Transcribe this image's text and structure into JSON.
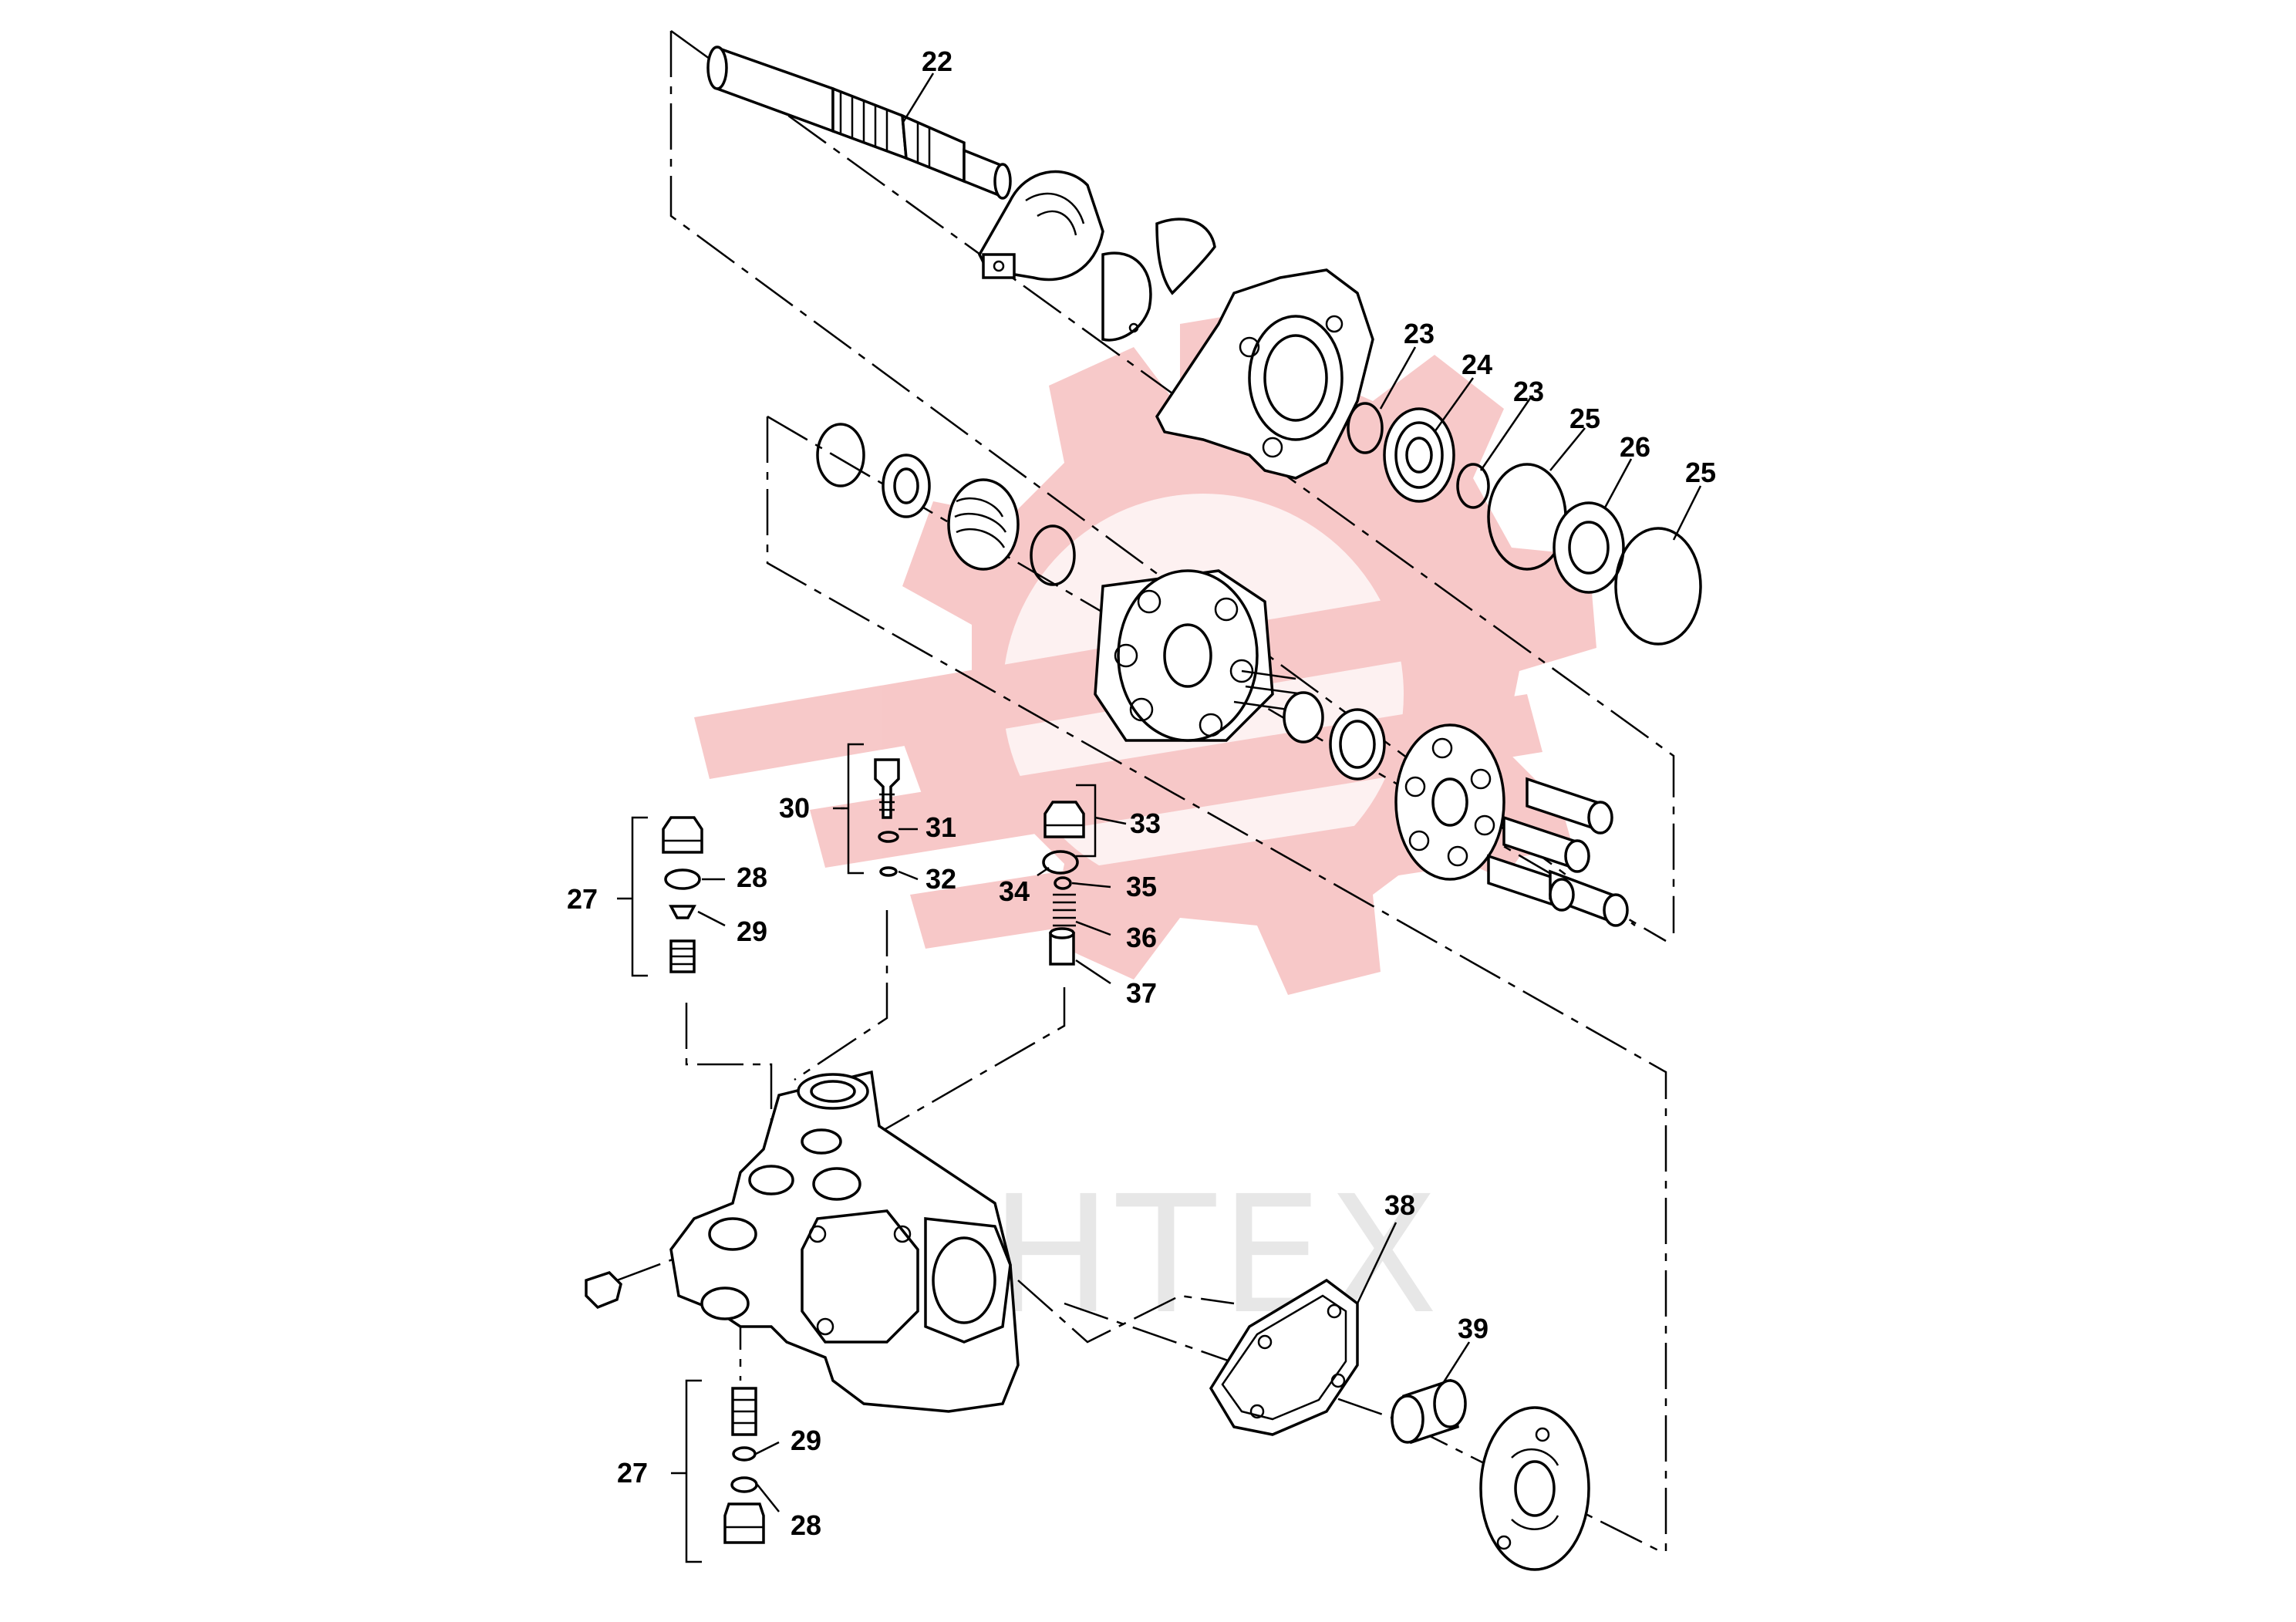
{
  "watermark": {
    "text": "HHTEX",
    "color": "#f7c6c6",
    "text_color": "#e6e6e6"
  },
  "callouts": {
    "p22": "22",
    "p23a": "23",
    "p24": "24",
    "p23b": "23",
    "p25a": "25",
    "p26": "26",
    "p25b": "25",
    "p30": "30",
    "p31": "31",
    "p32": "32",
    "p33": "33",
    "p34": "34",
    "p35": "35",
    "p36": "36",
    "p37": "37",
    "p27a": "27",
    "p28a": "28",
    "p29a": "29",
    "p27b": "27",
    "p29b": "29",
    "p28b": "28",
    "p38": "38",
    "p39": "39"
  },
  "colors": {
    "line": "#000000",
    "background": "#ffffff"
  }
}
